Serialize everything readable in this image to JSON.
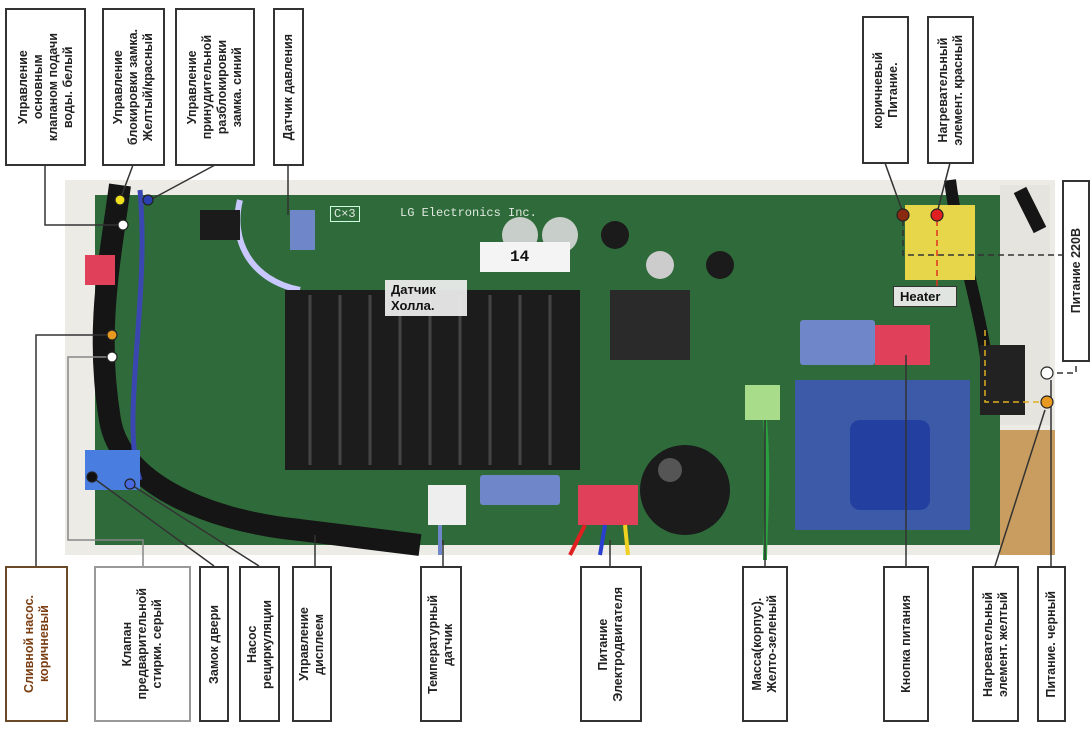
{
  "top_labels": [
    {
      "id": "main-valve",
      "text": "Управление\nосновным\nклапаном подачи\nводы. белый"
    },
    {
      "id": "lock-block",
      "text": "Управление\nблокировки замка.\nЖелтый/красный"
    },
    {
      "id": "forced-unlock",
      "text": "Управление\nпринудительной\nразблокировки\nзамка. синий"
    },
    {
      "id": "pressure-sensor",
      "text": "Датчик давления"
    },
    {
      "id": "power-brown",
      "text": "коричневый\nПитание."
    },
    {
      "id": "heater-red",
      "text": "Нагревательный\nэлемент. красный"
    }
  ],
  "right_label": {
    "text": "Питание 220В"
  },
  "bottom_labels": [
    {
      "id": "drain-pump",
      "text": "Сливной насос.\nкоричневый"
    },
    {
      "id": "prewash-valve",
      "text": "Клапан\nпредварительной\nстирки. серый"
    },
    {
      "id": "door-lock",
      "text": "Замок двери"
    },
    {
      "id": "recirc-pump",
      "text": "Насос\nрециркуляции"
    },
    {
      "id": "display-control",
      "text": "Управление\nдисплеем"
    },
    {
      "id": "temp-sensor",
      "text": "Температурный\nдатчик"
    },
    {
      "id": "motor-power",
      "text": "Питание\nЭлектродвигателя"
    },
    {
      "id": "ground",
      "text": "Масса(корпус).\nЖелто-зеленый"
    },
    {
      "id": "power-button",
      "text": "Кнопка питания"
    },
    {
      "id": "heater-yellow",
      "text": "Нагревательный\nэлемент. желтый"
    },
    {
      "id": "power-black",
      "text": "Питание. черный"
    }
  ],
  "board": {
    "hall_sensor": "Датчик\nХолла.",
    "heater": "Heater",
    "maker": "LG Electronics Inc.",
    "marking": "C×3",
    "sticker_num": "14"
  },
  "colors": {
    "pcb": "#2f6b3a",
    "heatsink": "#1c1c1c",
    "housing": "#ecebe6",
    "connector_yellow": "#e8d64a",
    "connector_red": "#e0405a",
    "transformer": "#3c5aa8",
    "drain_label": "#7a3e12"
  }
}
